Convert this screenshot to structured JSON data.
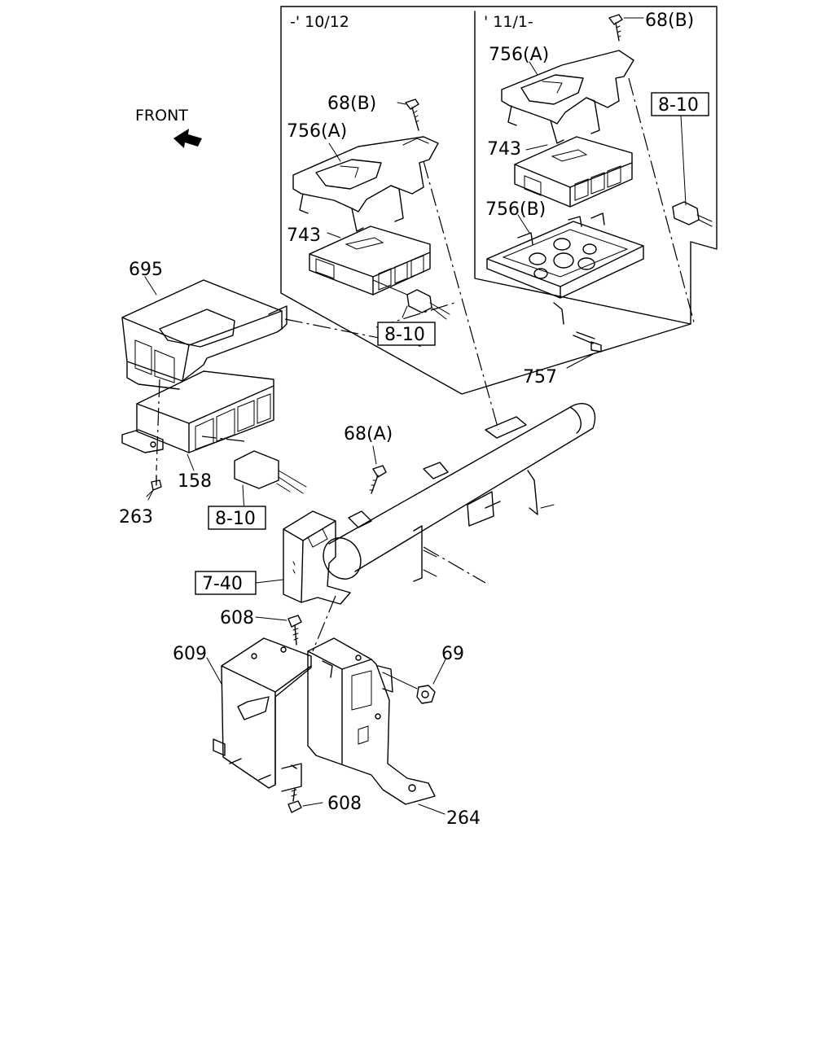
{
  "diagram": {
    "direction_label": "FRONT",
    "panels": {
      "early": {
        "caption": "-' 10/12"
      },
      "late": {
        "caption": "' 11/1-"
      }
    },
    "parts": {
      "p68b_early": "68(B)",
      "p756a_early": "756(A)",
      "p743_early": "743",
      "p68b_late": "68(B)",
      "p756a_late": "756(A)",
      "p743_late": "743",
      "p756b_late": "756(B)",
      "p757": "757",
      "p695": "695",
      "p158": "158",
      "p263": "263",
      "p68a": "68(A)",
      "p608_top": "608",
      "p609": "609",
      "p69": "69",
      "p608_bottom": "608",
      "p264": "264"
    },
    "references": {
      "ref_810_early": "8-10",
      "ref_810_late": "8-10",
      "ref_810_left": "8-10",
      "ref_740": "7-40"
    },
    "icons": [
      "front-arrow-icon"
    ]
  }
}
